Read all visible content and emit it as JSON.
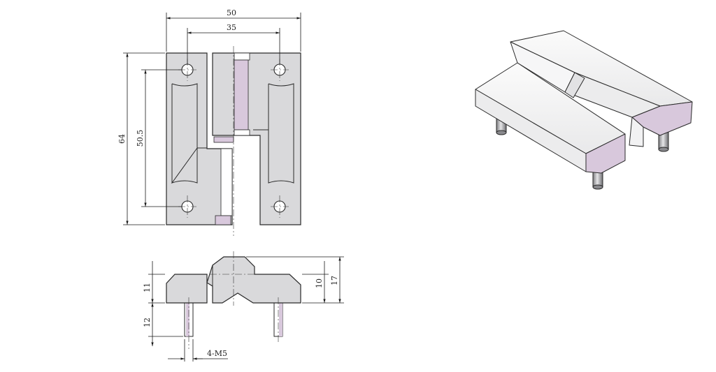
{
  "dimensions": {
    "width_overall": "50",
    "hole_spacing_x": "35",
    "height_overall": "64",
    "hole_spacing_y": "50.5",
    "side_leaf_height": "11",
    "pin_length": "12",
    "thread_spec": "4-M5",
    "side_offset": "10",
    "side_total_height": "17"
  },
  "colors": {
    "part_fill": "#d9d9db",
    "accent_purple": "#d8c8dc",
    "outline": "#2a2a2a"
  }
}
